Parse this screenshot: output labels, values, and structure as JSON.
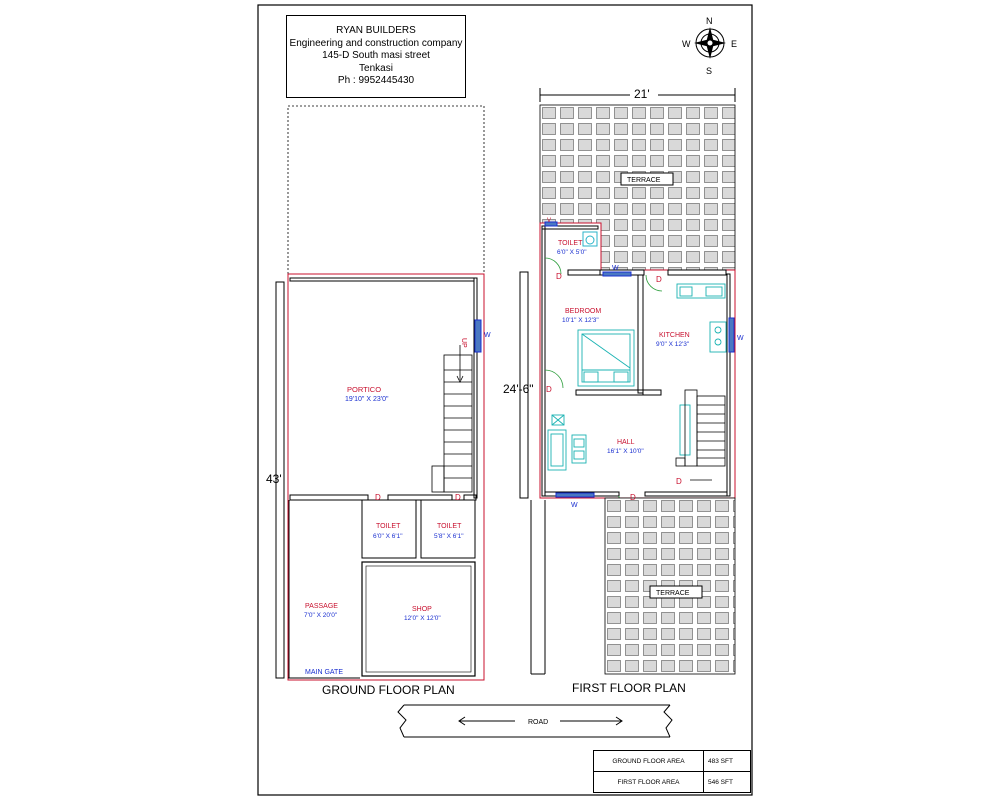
{
  "company": {
    "name": "RYAN BUILDERS",
    "tagline": "Engineering and construction company",
    "address_line1": "145-D South masi street",
    "address_line2": "Tenkasi",
    "phone": "Ph : 9952445430"
  },
  "compass": {
    "n": "N",
    "s": "S",
    "e": "E",
    "w": "W"
  },
  "ground_floor": {
    "caption": "GROUND FLOOR PLAN",
    "depth_label": "43'",
    "up_label": "UP",
    "portico": {
      "name": "PORTICO",
      "size": "19'10\" X 23'0\""
    },
    "toilet1": {
      "name": "TOILET",
      "size": "6'0\" X 6'1\""
    },
    "toilet2": {
      "name": "TOILET",
      "size": "5'8\" X 6'1\""
    },
    "passage": {
      "name": "PASSAGE",
      "size": "7'0\" X 20'0\""
    },
    "shop": {
      "name": "SHOP",
      "size": "12'0\" X 12'0\""
    },
    "main_gate": "MAIN GATE",
    "door_mark": "D",
    "window_mark": "W"
  },
  "first_floor": {
    "caption": "FIRST FLOOR PLAN",
    "width_label": "21'",
    "depth_label": "24'-6\"",
    "terrace_top": "TERRACE",
    "terrace_bottom": "TERRACE",
    "toilet": {
      "name": "TOILET",
      "size": "6'0\" X 5'0\""
    },
    "bedroom": {
      "name": "BEDROOM",
      "size": "10'1\" X 12'3\""
    },
    "kitchen": {
      "name": "KITCHEN",
      "size": "9'0\" X 12'3\""
    },
    "hall": {
      "name": "HALL",
      "size": "16'1\" X 10'0\""
    },
    "door_mark": "D",
    "window_mark": "W",
    "vent_mark": "V"
  },
  "road": "ROAD",
  "area_table": [
    {
      "label": "GROUND FLOOR AREA",
      "value": "483 SFT"
    },
    {
      "label": "FIRST FLOOR AREA",
      "value": "546 SFT"
    }
  ]
}
